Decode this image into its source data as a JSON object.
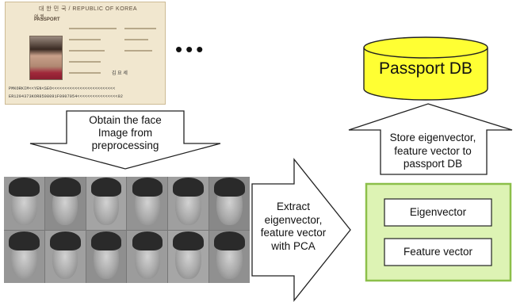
{
  "passport": {
    "header": "대 한 민 국 / REPUBLIC OF KOREA",
    "subheader": "여 권",
    "label": "PASSPORT",
    "mrz_line1": "PMKORKIM<<YEN<SEO<<<<<<<<<<<<<<<<<<<<<<<<<",
    "mrz_line2": "ER1294373KOR8508091F0907054<<<<<<<<<<<<<<<<02",
    "signature": "김 요 세"
  },
  "ellipsis": "•••",
  "passport_db": {
    "label": "Passport DB"
  },
  "arrow_obtain": {
    "line1": "Obtain the face",
    "line2": "Image from",
    "line3": "preprocessing"
  },
  "arrow_extract": {
    "line1": "Extract",
    "line2": "eigenvector,",
    "line3": "feature vector",
    "line4": "with PCA"
  },
  "arrow_store": {
    "line1": "Store eigenvector,",
    "line2": "feature vector to",
    "line3": "passport DB"
  },
  "feature_panel": {
    "item1": "Eigenvector",
    "item2": "Feature vector"
  },
  "faces_count": 12,
  "colors": {
    "db_fill": "#ffff33",
    "panel_fill": "#ddf3b4",
    "panel_border": "#8cbf4a"
  }
}
